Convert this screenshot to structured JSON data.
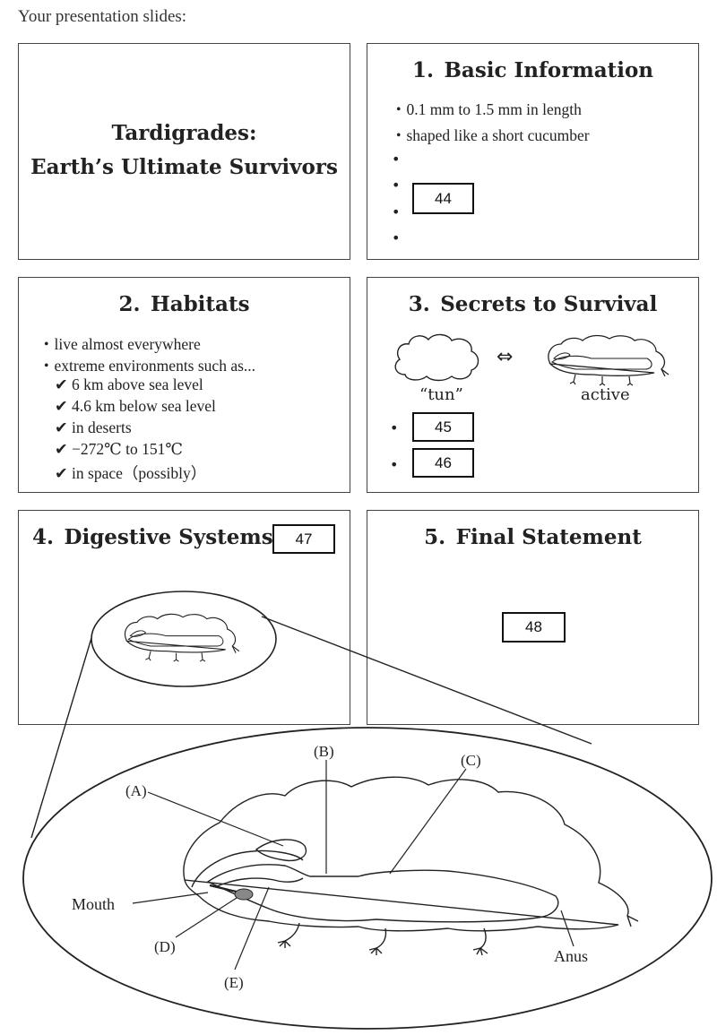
{
  "intro": "Your presentation slides:",
  "slide0": {
    "title_line1": "Tardigrades:",
    "title_line2": "Earth’s Ultimate Survivors"
  },
  "slide1": {
    "title": "1. Basic Information",
    "items": [
      "0.1 mm to 1.5 mm in length",
      "shaped like a short cucumber"
    ],
    "box": "44"
  },
  "slide2": {
    "title": "2. Habitats",
    "bullets": [
      "live almost everywhere",
      "extreme environments such as..."
    ],
    "checks": [
      "6 km above sea level",
      "4.6 km below sea level",
      "in deserts",
      "−272℃ to 151℃",
      "in space（possibly）"
    ]
  },
  "slide3": {
    "title": "3. Secrets to Survival",
    "tun_label": "“tun”",
    "active_label": "active",
    "box1": "45",
    "box2": "46"
  },
  "slide4": {
    "title": "4. Digestive Systems",
    "box": "47"
  },
  "slide5": {
    "title": "5. Final Statement",
    "box": "48"
  },
  "diagram": {
    "labels": {
      "A": "(A)",
      "B": "(B)",
      "C": "(C)",
      "D": "(D)",
      "E": "(E)",
      "mouth": "Mouth",
      "anus": "Anus"
    }
  }
}
